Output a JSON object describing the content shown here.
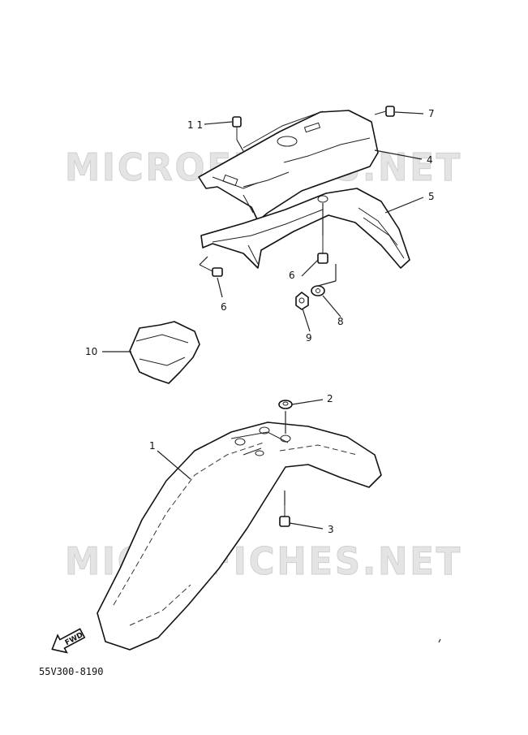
{
  "watermark": {
    "text": "MICROFICHES.NET"
  },
  "callouts": [
    {
      "id": "1",
      "label": "1"
    },
    {
      "id": "2",
      "label": "2"
    },
    {
      "id": "3",
      "label": "3"
    },
    {
      "id": "4",
      "label": "4"
    },
    {
      "id": "5",
      "label": "5"
    },
    {
      "id": "6a",
      "label": "6"
    },
    {
      "id": "6b",
      "label": "6"
    },
    {
      "id": "7",
      "label": "7"
    },
    {
      "id": "8",
      "label": "8"
    },
    {
      "id": "9",
      "label": "9"
    },
    {
      "id": "10",
      "label": "10"
    },
    {
      "id": "11",
      "label": "1 1"
    }
  ],
  "fwd_arrow": {
    "text": "FWD"
  },
  "document_number": "55V300-8190"
}
